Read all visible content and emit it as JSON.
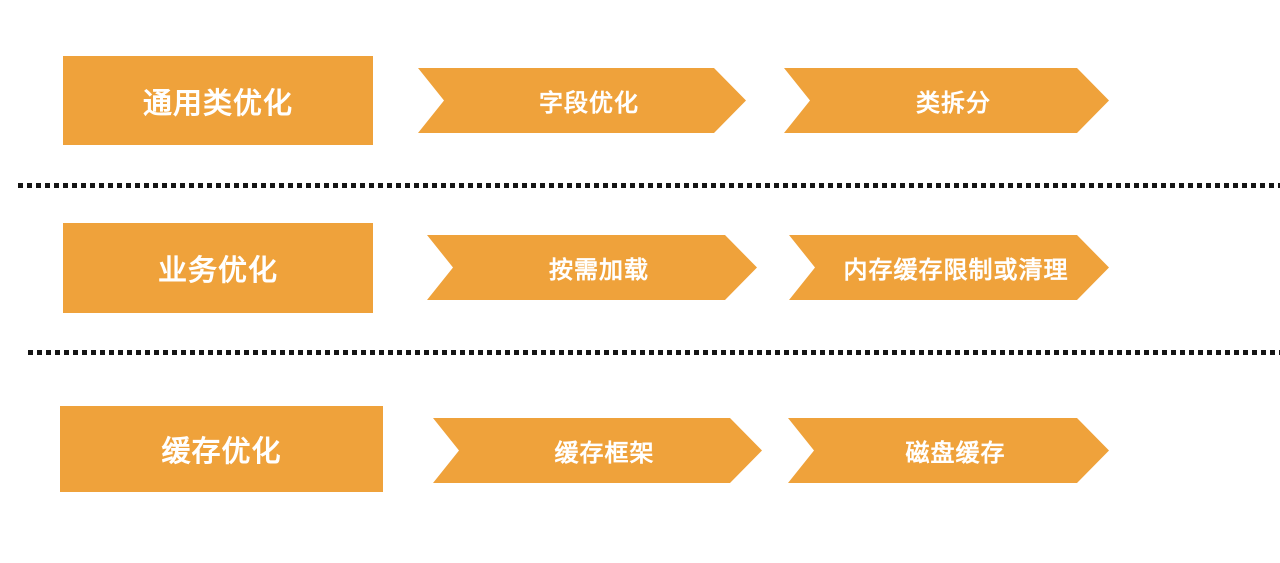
{
  "diagram": {
    "type": "process-flow",
    "colors": {
      "shape_fill": "#efa23b",
      "label_text": "#ffffff",
      "divider": "#151515",
      "background": "#ffffff"
    },
    "rows": [
      {
        "category": "通用类优化",
        "steps": [
          "字段优化",
          "类拆分"
        ]
      },
      {
        "category": "业务优化",
        "steps": [
          "按需加载",
          "内存缓存限制或清理"
        ]
      },
      {
        "category": "缓存优化",
        "steps": [
          "缓存框架",
          "磁盘缓存"
        ]
      }
    ]
  }
}
